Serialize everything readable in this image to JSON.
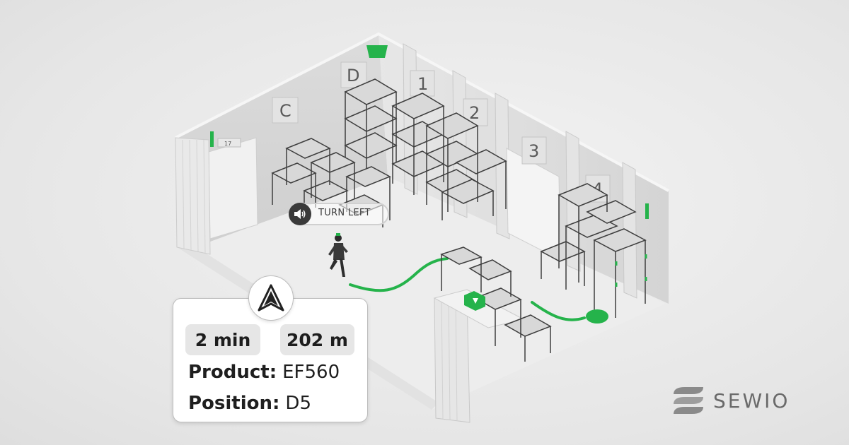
{
  "nav_card": {
    "time": "2 min",
    "distance": "202 m",
    "product_label": "Product:",
    "product_value": "EF560",
    "position_label": "Position:",
    "position_value": "D5",
    "arrow_icon": "navigation-arrow-icon"
  },
  "voice_prompt": {
    "icon": "speaker-icon",
    "text": "TURN LEFT"
  },
  "zones": [
    "C",
    "D",
    "1",
    "2",
    "3",
    "4"
  ],
  "door_sign": "17",
  "logo": {
    "text": "SEWIO",
    "icon": "sewio-logo-icon"
  },
  "colors": {
    "accent_green": "#25b34b",
    "card_border": "#bdbdbd",
    "pill_bg": "#e6e6e6",
    "text_dark": "#1f1f1f",
    "logo_gray": "#6a6a6a"
  }
}
